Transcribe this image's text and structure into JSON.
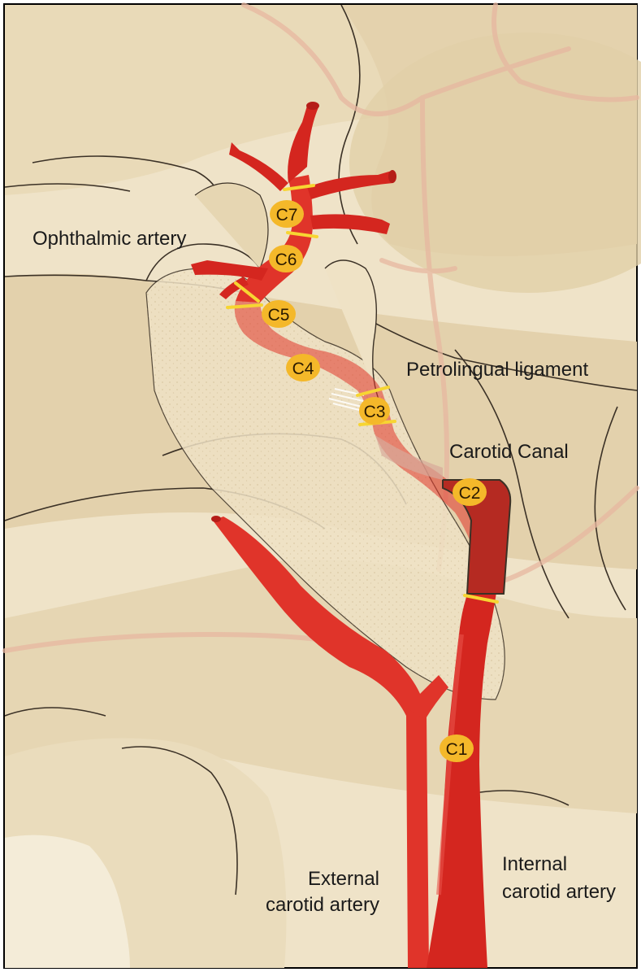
{
  "labels": {
    "ophthalmic": "Ophthalmic artery",
    "petrolingual": "Petrolingual ligament",
    "carotid_canal": "Carotid Canal",
    "external": [
      "External",
      "carotid artery"
    ],
    "internal": [
      "Internal",
      "carotid artery"
    ]
  },
  "segments": [
    "C1",
    "C2",
    "C3",
    "C4",
    "C5",
    "C6",
    "C7"
  ],
  "colors": {
    "artery": "#e0342a",
    "artery_dark": "#b51d18",
    "marker": "#f4b82a",
    "divider": "#f7d532",
    "bone": "#ecdcbc",
    "bone_light": "#f2e7cf",
    "tissue": "#dcc8a2",
    "vessel_faint": "#e7b7a0"
  }
}
